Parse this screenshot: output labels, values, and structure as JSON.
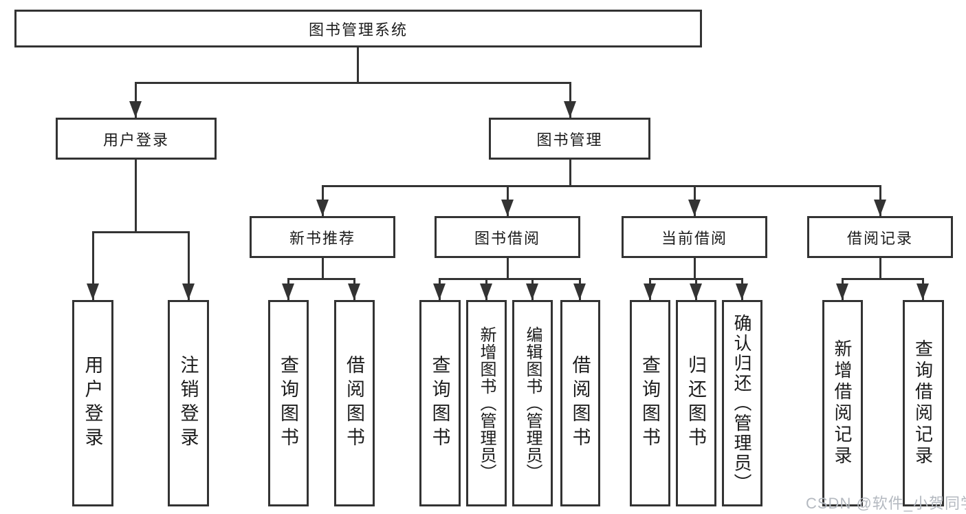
{
  "diagram": {
    "root": {
      "label": "图书管理系统"
    },
    "level2": [
      {
        "label": "用户登录"
      },
      {
        "label": "图书管理"
      }
    ],
    "level3": [
      {
        "label": "新书推荐"
      },
      {
        "label": "图书借阅"
      },
      {
        "label": "当前借阅"
      },
      {
        "label": "借阅记录"
      }
    ],
    "leaves": {
      "user_login": [
        {
          "label": "用户登录"
        },
        {
          "label": "注销登录"
        }
      ],
      "new_book_recommend": [
        {
          "label": "查询图书"
        },
        {
          "label": "借阅图书"
        }
      ],
      "book_borrow": [
        {
          "label": "查询图书"
        },
        {
          "label": "新增图书（管理员）"
        },
        {
          "label": "编辑图书（管理员）"
        },
        {
          "label": "借阅图书"
        }
      ],
      "current_borrow": [
        {
          "label": "查询图书"
        },
        {
          "label": "归还图书"
        },
        {
          "label": "确认归还（管理员）"
        }
      ],
      "borrow_records": [
        {
          "label": "新增借阅记录"
        },
        {
          "label": "查询借阅记录"
        }
      ]
    }
  },
  "watermark": {
    "text": "CSDN @软件_小贺同学"
  },
  "colors": {
    "line": "#333333",
    "text": "#1c1c1c",
    "background": "#ffffff",
    "watermark": "#b4b9c0"
  }
}
